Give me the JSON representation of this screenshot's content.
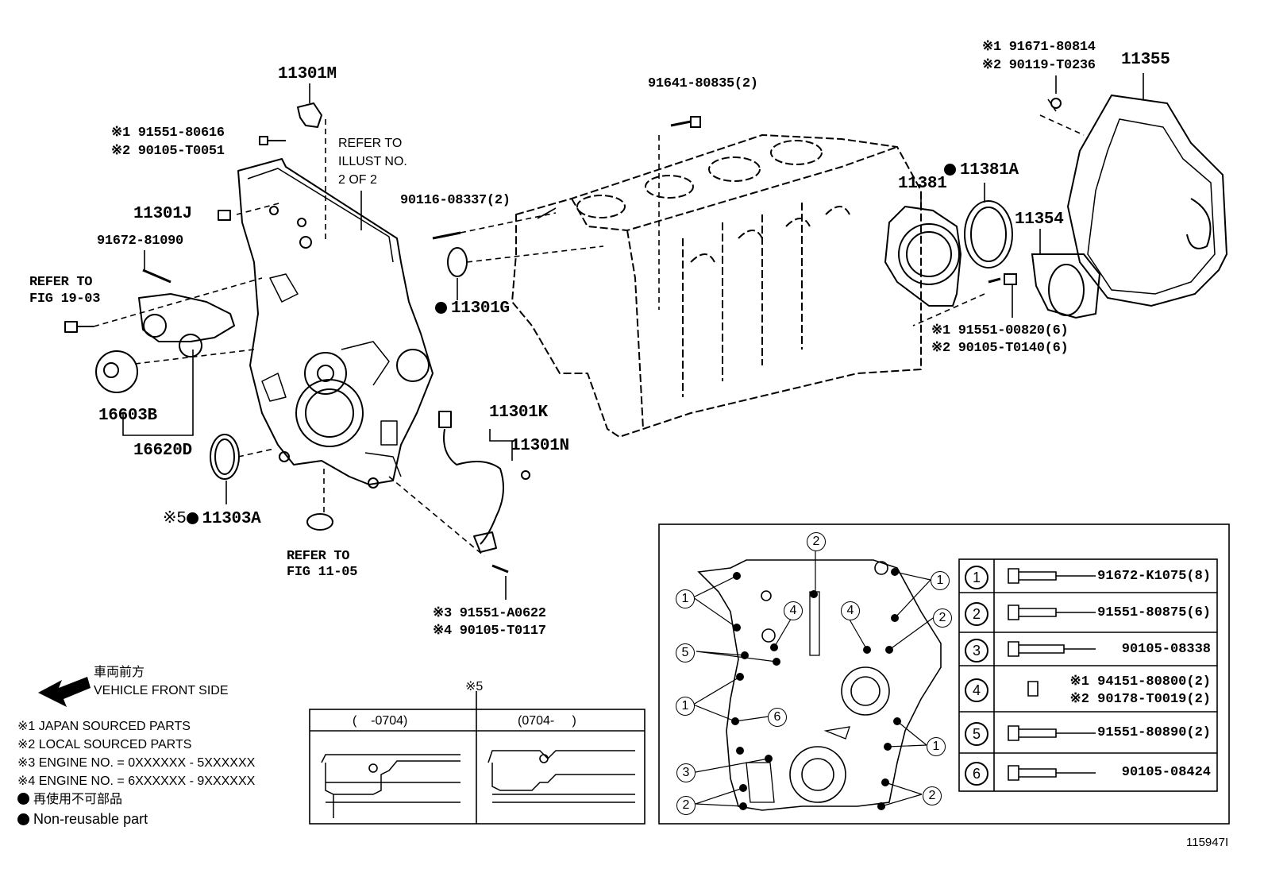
{
  "callouts": {
    "p11301M": "11301M",
    "p11301J": "11301J",
    "p91551_80616": "※1 91551-80616",
    "p90105_T0051": "※2 90105-T0051",
    "refer_illust_1": "REFER TO",
    "refer_illust_2": "ILLUST NO.",
    "refer_illust_3": "2 OF 2",
    "p91672_81090": "91672-81090",
    "refer_fig19_1": "REFER TO",
    "refer_fig19_2": "FIG 19-03",
    "p16603B": "16603B",
    "p16620D": "16620D",
    "p11303A_mark": "※5",
    "p11303A": "11303A",
    "refer_fig11_1": "REFER TO",
    "refer_fig11_2": "FIG 11-05",
    "p90116_08337": "90116-08337(2)",
    "p11301G": "11301G",
    "p11301K": "11301K",
    "p11301N": "11301N",
    "p91551_A0622": "※3 91551-A0622",
    "p90105_T0117": "※4 90105-T0117",
    "p91641_80835": "91641-80835(2)",
    "p11381": "11381",
    "p11381A": "11381A",
    "p91671_80814": "※1 91671-80814",
    "p90119_T0236": "※2 90119-T0236",
    "p11355": "11355",
    "p11354": "11354",
    "p91551_00820": "※1 91551-00820(6)",
    "p90105_T0140": "※2 90105-T0140(6)"
  },
  "legend": {
    "front_jp": "車両前方",
    "front_en": "VEHICLE FRONT SIDE",
    "note1": "※1 JAPAN SOURCED PARTS",
    "note2": "※2 LOCAL SOURCED PARTS",
    "note3": "※3 ENGINE NO. = 0XXXXXX - 5XXXXXX",
    "note4": "※4 ENGINE NO. = 6XXXXXX - 9XXXXXX",
    "nonreuse_jp": "再使用不可部品",
    "nonreuse_en": "Non-reusable part"
  },
  "detail5": {
    "mark": "※5",
    "col1": "(    -0704)",
    "col2": "(0704-     )"
  },
  "bolt_table": [
    {
      "num": "1",
      "parts": [
        "91672-K1075(8)"
      ]
    },
    {
      "num": "2",
      "parts": [
        "91551-80875(6)"
      ]
    },
    {
      "num": "3",
      "parts": [
        "90105-08338"
      ]
    },
    {
      "num": "4",
      "parts": [
        "※1 94151-80800(2)",
        "※2 90178-T0019(2)"
      ]
    },
    {
      "num": "5",
      "parts": [
        "91551-80890(2)"
      ]
    },
    {
      "num": "6",
      "parts": [
        "90105-08424"
      ]
    }
  ],
  "cover_circles": [
    "2",
    "1",
    "1",
    "4",
    "4",
    "2",
    "5",
    "1",
    "6",
    "1",
    "3",
    "2",
    "2"
  ],
  "figure_id": "115947I"
}
